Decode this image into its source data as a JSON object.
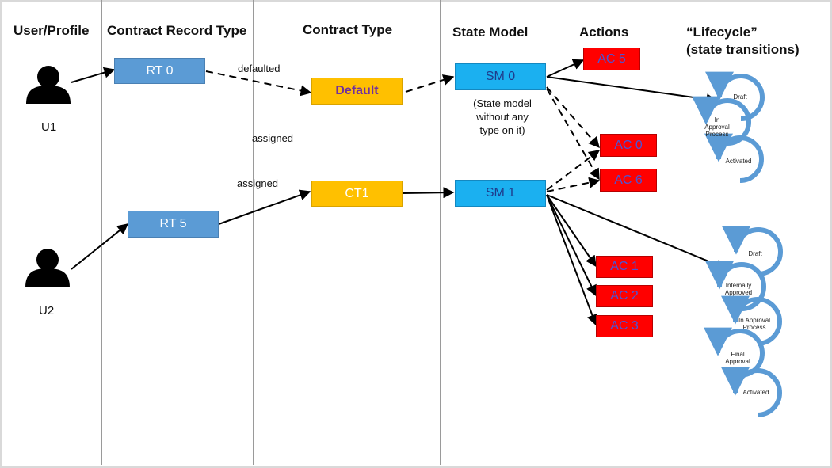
{
  "headers": {
    "user_profile": "User/Profile",
    "record_type": "Contract Record Type",
    "contract_type": "Contract Type",
    "state_model": "State Model",
    "actions": "Actions",
    "lifecycle_line1": "“Lifecycle”",
    "lifecycle_line2": "(state transitions)"
  },
  "users": {
    "u1": "U1",
    "u2": "U2"
  },
  "record_types": {
    "rt0": "RT 0",
    "rt5": "RT 5"
  },
  "contract_types": {
    "default": "Default",
    "ct1": "CT1"
  },
  "state_models": {
    "sm0": "SM 0",
    "sm1": "SM 1",
    "sm0_note_1": "(State model",
    "sm0_note_2": "without any",
    "sm0_note_3": "type on it)"
  },
  "actions": {
    "ac5": "AC 5",
    "ac0": "AC 0",
    "ac6": "AC 6",
    "ac1": "AC 1",
    "ac2": "AC 2",
    "ac3": "AC 3"
  },
  "edge_labels": {
    "defaulted": "defaulted",
    "assigned_1": "assigned",
    "assigned_2": "assigned"
  },
  "lifecycle_1": {
    "s1": "Draft",
    "s2_a": "In",
    "s2_b": "Approval",
    "s2_c": "Process",
    "s3": "Activated"
  },
  "lifecycle_2": {
    "s1": "Draft",
    "s2_a": "Internally",
    "s2_b": "Approved",
    "s3_a": "In Approval",
    "s3_b": "Process",
    "s4_a": "Final",
    "s4_b": "Approval",
    "s5": "Activated"
  },
  "colors": {
    "record_type_box": "#5b9bd5",
    "contract_type_box": "#ffc000",
    "state_model_box": "#1bb0f0",
    "action_box": "#ff0000",
    "lifecycle_arc": "#5b9bd5"
  },
  "icons": {
    "user": "user-silhouette-icon"
  }
}
